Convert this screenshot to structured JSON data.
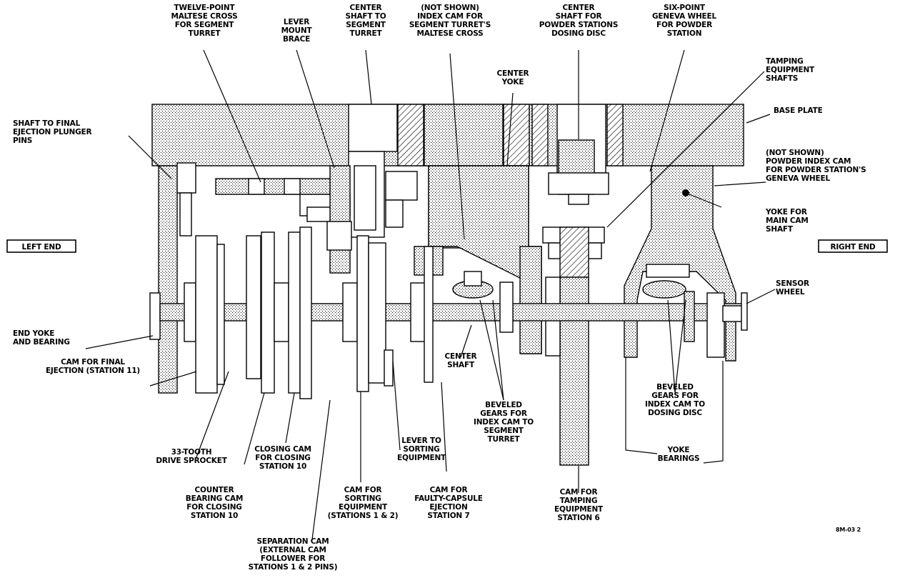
{
  "labels": {
    "twelve_point": [
      "TWELVE-POINT",
      "MALTESE CROSS",
      "FOR SEGMENT",
      "TURRET"
    ],
    "lever_mount": [
      "LEVER",
      "MOUNT",
      "BRACE"
    ],
    "center_shaft_segment": [
      "CENTER",
      "SHAFT TO",
      "SEGMENT",
      "TURRET"
    ],
    "index_cam_segment": [
      "(NOT SHOWN)",
      "INDEX CAM FOR",
      "SEGMENT TURRET'S",
      "MALTESE CROSS"
    ],
    "center_shaft_powder": [
      "CENTER",
      "SHAFT FOR",
      "POWDER STATIONS",
      "DOSING DISC"
    ],
    "six_point": [
      "SIX-POINT",
      "GENEVA WHEEL",
      "FOR POWDER",
      "STATION"
    ],
    "center_yoke": [
      "CENTER",
      "YOKE"
    ],
    "tamping_shafts": [
      "TAMPING",
      "EQUIPMENT",
      "SHAFTS"
    ],
    "base_plate": [
      "BASE PLATE"
    ],
    "shaft_final_ejection": [
      "SHAFT TO FINAL",
      "EJECTION PLUNGER",
      "PINS"
    ],
    "powder_index_cam": [
      "(NOT SHOWN)",
      "POWDER INDEX CAM",
      "FOR POWDER STATION'S",
      "GENEVA WHEEL"
    ],
    "yoke_main_cam": [
      "YOKE FOR",
      "MAIN CAM",
      "SHAFT"
    ],
    "left_end": "LEFT END",
    "right_end": "RIGHT END",
    "sensor_wheel": [
      "SENSOR",
      "WHEEL"
    ],
    "end_yoke": [
      "END YOKE",
      "AND BEARING"
    ],
    "center_shaft": [
      "CENTER",
      "SHAFT"
    ],
    "cam_final_ejection": [
      "CAM FOR FINAL",
      "EJECTION (STATION 11)"
    ],
    "drive_sprocket": [
      "33-TOOTH",
      "DRIVE SPROCKET"
    ],
    "closing_cam": [
      "CLOSING CAM",
      "FOR CLOSING",
      "STATION 10"
    ],
    "counter_bearing": [
      "COUNTER",
      "BEARING CAM",
      "FOR CLOSING",
      "STATION 10"
    ],
    "separation_cam": [
      "SEPARATION CAM",
      "(EXTERNAL CAM",
      "FOLLOWER FOR",
      "STATIONS 1 & 2 PINS)"
    ],
    "cam_sorting": [
      "CAM FOR",
      "SORTING",
      "EQUIPMENT",
      "(STATIONS 1 & 2)"
    ],
    "lever_sorting": [
      "LEVER TO",
      "SORTING",
      "EQUIPMENT"
    ],
    "cam_faulty": [
      "CAM FOR",
      "FAULTY-CAPSULE",
      "EJECTION",
      "STATION 7"
    ],
    "beveled_segment": [
      "BEVELED",
      "GEARS FOR",
      "INDEX CAM TO",
      "SEGMENT",
      "TURRET"
    ],
    "cam_tamping": [
      "CAM FOR",
      "TAMPING",
      "EQUIPMENT",
      "STATION 6"
    ],
    "beveled_dosing": [
      "BEVELED",
      "GEARS FOR",
      "INDEX CAM TO",
      "DOSING DISC"
    ],
    "yoke_bearings": [
      "YOKE",
      "BEARINGS"
    ],
    "figure_code": "8M-03 2"
  }
}
